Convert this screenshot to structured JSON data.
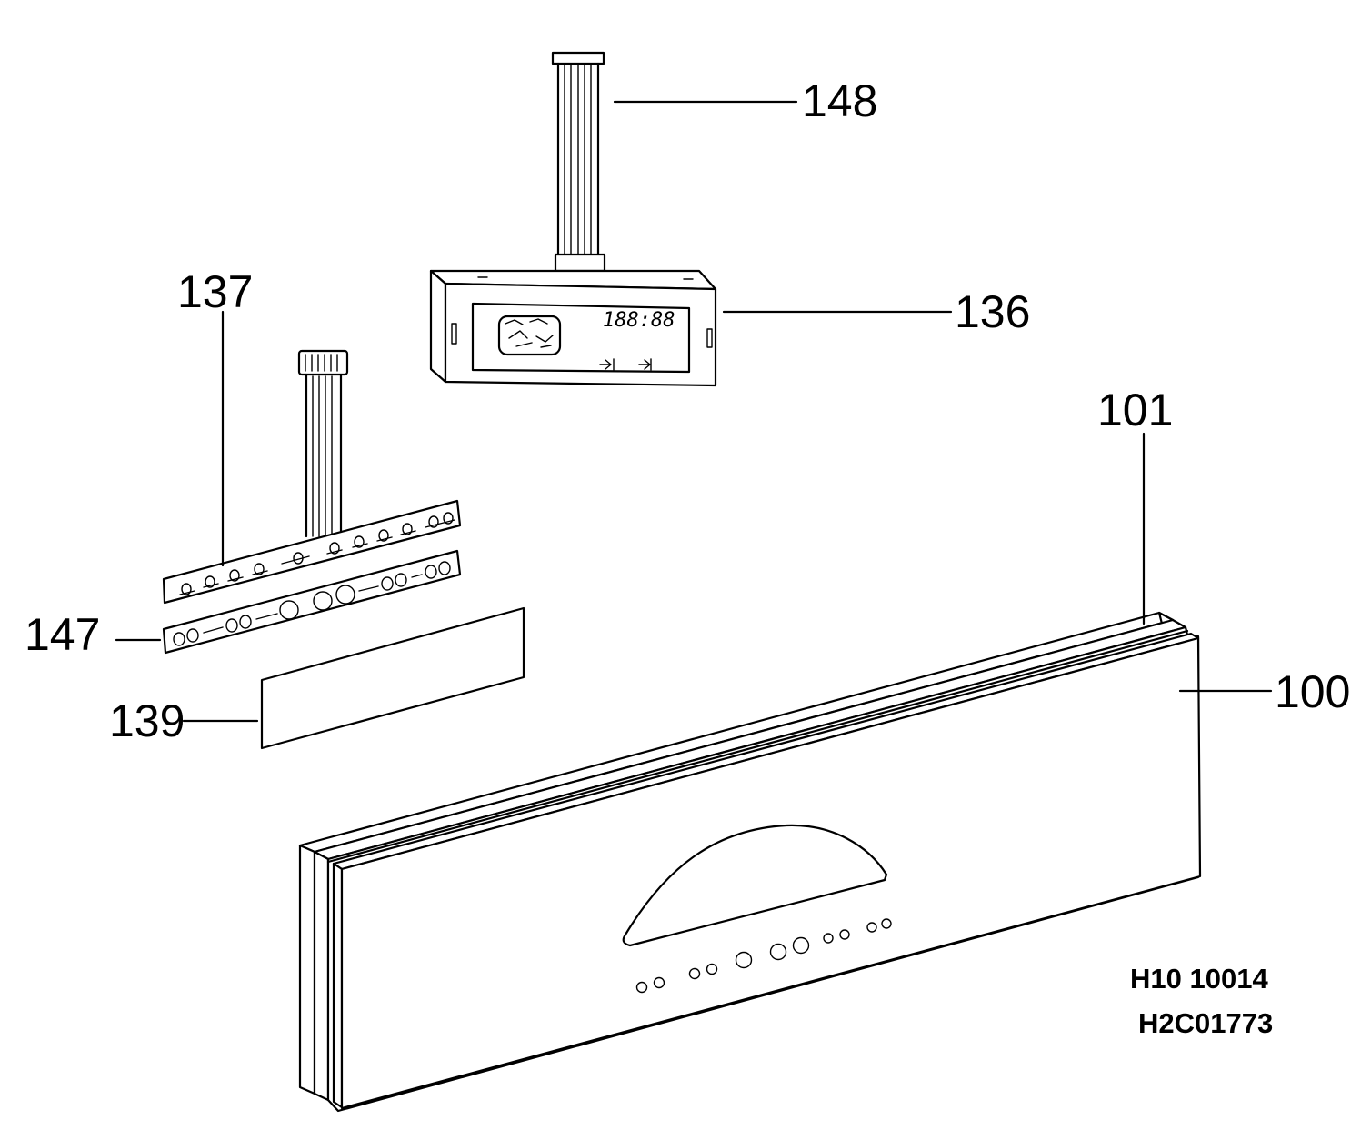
{
  "callouts": {
    "c148": "148",
    "c136": "136",
    "c137": "137",
    "c101": "101",
    "c147": "147",
    "c139": "139",
    "c100": "100"
  },
  "display": {
    "time": "188:88"
  },
  "footer": {
    "line1": "H10 10014",
    "line2": "H2C01773"
  },
  "colors": {
    "ink": "#000000",
    "paper": "#ffffff"
  }
}
